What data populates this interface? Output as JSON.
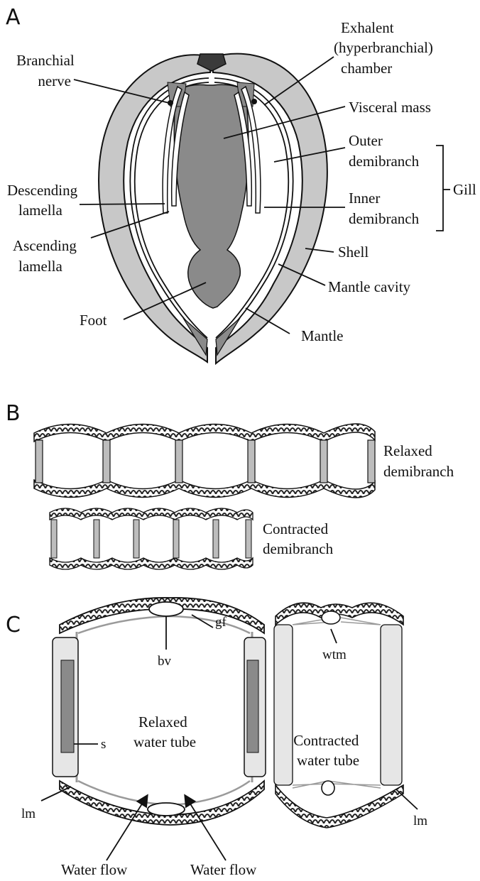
{
  "panels": {
    "a": {
      "letter": "A",
      "labels": {
        "branchial_nerve": [
          "Branchial",
          "nerve"
        ],
        "exhalent_chamber": [
          "Exhalent",
          "(hyperbranchial)",
          "chamber"
        ],
        "visceral_mass": "Visceral mass",
        "outer_demibranch": [
          "Outer",
          "demibranch"
        ],
        "inner_demibranch": [
          "Inner",
          "demibranch"
        ],
        "gill": "Gill",
        "descending_lamella": [
          "Descending",
          "lamella"
        ],
        "ascending_lamella": [
          "Ascending",
          "lamella"
        ],
        "shell": "Shell",
        "mantle_cavity": "Mantle cavity",
        "foot": "Foot",
        "mantle": "Mantle"
      }
    },
    "b": {
      "letter": "B",
      "labels": {
        "relaxed": [
          "Relaxed",
          "demibranch"
        ],
        "contracted": [
          "Contracted",
          "demibranch"
        ]
      }
    },
    "c": {
      "letter": "C",
      "labels": {
        "gf": "gf",
        "bv": "bv",
        "s": "s",
        "relaxed_tube": [
          "Relaxed",
          "water tube"
        ],
        "wtm": "wtm",
        "contracted_tube": [
          "Contracted",
          "water tube"
        ],
        "lm_left": "lm",
        "lm_right": "lm",
        "water_flow_left": "Water flow",
        "water_flow_right": "Water flow"
      }
    }
  },
  "colors": {
    "shell": "#c8c8c8",
    "body": "#8a8a8a",
    "dark": "#3a3a3a",
    "line": "#111111",
    "septum": "#bdbdbd"
  }
}
